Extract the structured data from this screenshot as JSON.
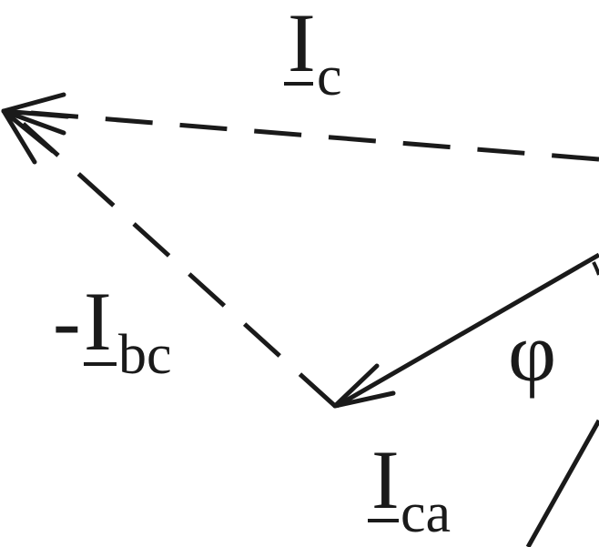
{
  "labels": {
    "ic": {
      "main": "I",
      "sub": "c"
    },
    "ibc": {
      "prefix": "-",
      "main": "I",
      "sub": "bc"
    },
    "ica": {
      "main": "I",
      "sub": "ca"
    },
    "phi": "φ"
  },
  "colors": {
    "stroke": "#1a1a1a",
    "background": "#ffffff"
  }
}
